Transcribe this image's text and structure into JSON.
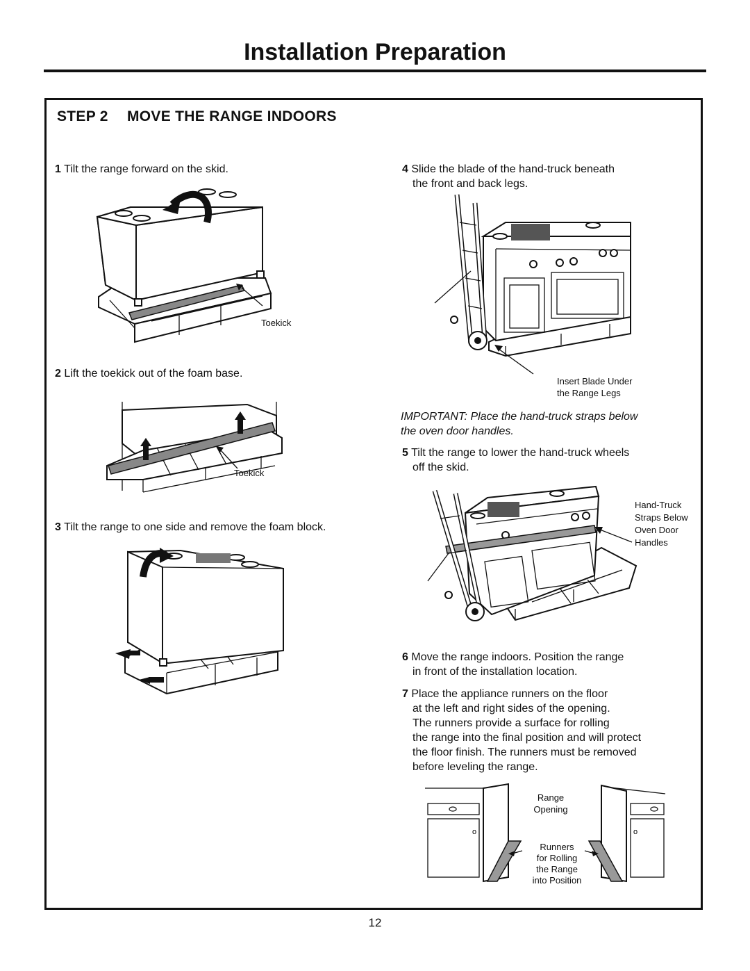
{
  "page": {
    "title": "Installation Preparation",
    "page_number": "12"
  },
  "step": {
    "number": "STEP 2",
    "title": "MOVE THE RANGE INDOORS"
  },
  "instructions": [
    {
      "num": "1",
      "text": "Tilt the range forward on the skid."
    },
    {
      "num": "2",
      "text": "Lift the toekick out of the foam base."
    },
    {
      "num": "3",
      "text": "Tilt the range to one side and remove the foam block."
    },
    {
      "num": "4",
      "line1": "Slide the blade of the hand-truck beneath",
      "line2": "the front and back legs."
    },
    {
      "num": "5",
      "line1": "Tilt the range to lower the hand-truck wheels",
      "line2": "off the skid."
    },
    {
      "num": "6",
      "line1": "Move the range indoors. Position the range",
      "line2": "in front of the installation location."
    },
    {
      "num": "7",
      "lines": [
        "Place the appliance runners on the floor",
        "at the left and right sides of the opening.",
        "The runners provide a surface for rolling",
        "the range into the final position and will protect",
        "the floor finish. The runners must be removed",
        "before leveling the range."
      ]
    }
  ],
  "important": {
    "label": "IMPORTANT:",
    "line1": "Place the hand-truck straps below",
    "line2": "the oven door handles."
  },
  "captions": {
    "toekick_1": "Toekick",
    "toekick_2": "Toekick",
    "insert_blade": [
      "Insert Blade Under",
      "the Range Legs"
    ],
    "hand_truck": [
      "Hand-Truck",
      "Straps Below",
      "Oven Door",
      "Handles"
    ],
    "range_opening": [
      "Range",
      "Opening"
    ],
    "runners": [
      "Runners",
      "for Rolling",
      "the Range",
      "into Position"
    ]
  }
}
